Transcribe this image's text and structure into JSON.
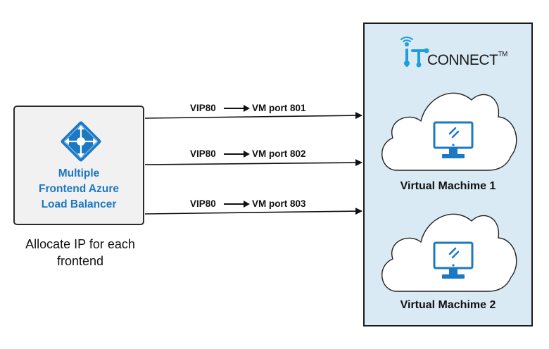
{
  "load_balancer": {
    "title_lines": [
      "Multiple",
      "Frontend Azure",
      "Load Balancer"
    ],
    "caption_lines": [
      "Allocate IP for each",
      "frontend"
    ],
    "icon": "azure-load-balancer-icon"
  },
  "routes": [
    {
      "vip": "VIP80",
      "vm_port": "VM port 801"
    },
    {
      "vip": "VIP80",
      "vm_port": "VM port 802"
    },
    {
      "vip": "VIP80",
      "vm_port": "VM port 803"
    }
  ],
  "logo": {
    "text": "CONNECT",
    "trademark": "TM",
    "icon": "iot-connect-logo-icon"
  },
  "virtual_machines": [
    {
      "label": "Virtual Machime 1",
      "icon": "monitor-icon"
    },
    {
      "label": "Virtual Machime 2",
      "icon": "monitor-icon"
    }
  ],
  "colors": {
    "accent": "#1b78c3",
    "panel_bg": "#daeaf4",
    "lb_bg": "#f1f1f1"
  }
}
